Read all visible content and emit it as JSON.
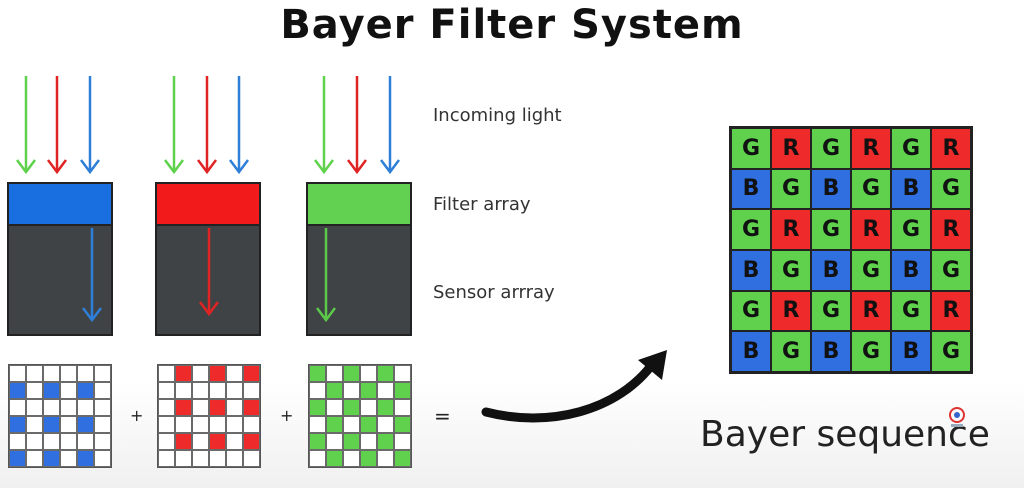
{
  "title": "Bayer Filter System",
  "labels": {
    "incoming": "Incoming light",
    "filter": "Filter array",
    "sensor": "Sensor arrray"
  },
  "columns": [
    {
      "filter_color": "#1a6fe0",
      "passed": "blue",
      "pass_color": "#2f7fd8"
    },
    {
      "filter_color": "#f21a1a",
      "passed": "red",
      "pass_color": "#e02424"
    },
    {
      "filter_color": "#62d152",
      "passed": "green",
      "pass_color": "#5cc84a"
    }
  ],
  "light_colors": {
    "green": "#5fd14d",
    "red": "#e02424",
    "blue": "#2f7fd8"
  },
  "operators": {
    "plus1": "+",
    "plus2": "+",
    "equals": "="
  },
  "bayer_grid": [
    [
      "G",
      "R",
      "G",
      "R",
      "G",
      "R"
    ],
    [
      "B",
      "G",
      "B",
      "G",
      "B",
      "G"
    ],
    [
      "G",
      "R",
      "G",
      "R",
      "G",
      "R"
    ],
    [
      "B",
      "G",
      "B",
      "G",
      "B",
      "G"
    ],
    [
      "G",
      "R",
      "G",
      "R",
      "G",
      "R"
    ],
    [
      "B",
      "G",
      "B",
      "G",
      "B",
      "G"
    ]
  ],
  "cell_colors": {
    "G": "#5fd14d",
    "R": "#ee2a2a",
    "B": "#2f6fe0"
  },
  "caption": "Bayer sequence"
}
